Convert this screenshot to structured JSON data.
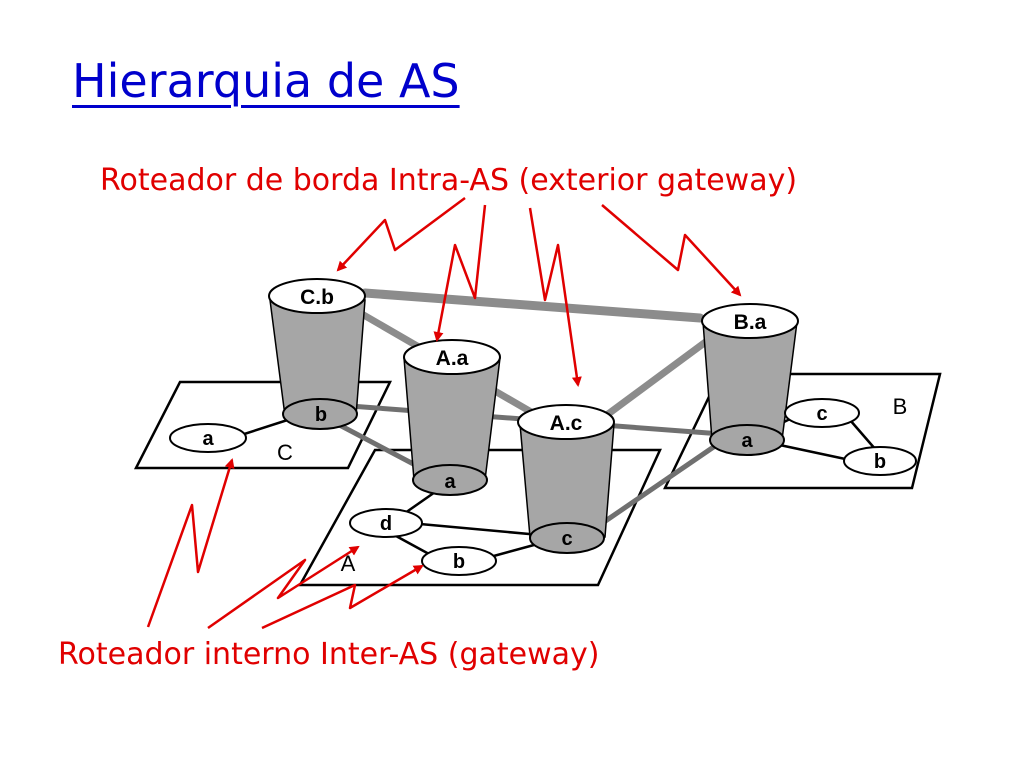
{
  "title": "Hierarquia de AS",
  "callouts": {
    "border_routers": "Roteador de borda Intra-AS (exterior gateway)",
    "internal_routers": "Roteador interno Inter-AS (gateway)"
  },
  "colors": {
    "title": "#0000cc",
    "callout": "#e00000",
    "link": "#808080",
    "router_fill": "#a6a6a6"
  },
  "as_labels": {
    "a": "A",
    "b": "B",
    "c": "C"
  },
  "gateways": {
    "cb": "C.b",
    "aa": "A.a",
    "ac": "A.c",
    "ba": "B.a"
  },
  "routers": {
    "c": {
      "a": "a",
      "b": "b"
    },
    "a": {
      "a": "a",
      "d": "d",
      "b": "b",
      "c": "c"
    },
    "b": {
      "a": "a",
      "c": "c",
      "b": "b"
    }
  }
}
